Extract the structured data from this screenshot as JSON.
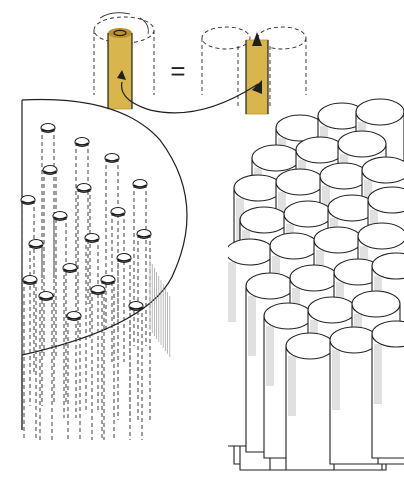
{
  "colors": {
    "background": "#ffffff",
    "ink": "#1f1f1f",
    "highlight_tube": "#d9b64c",
    "highlight_tube_dark": "#b9932a",
    "shading": "#9a9a9a"
  },
  "top_equation": {
    "symbol": "=",
    "left_item": "solid-cylinder-with-hole",
    "right_item": "cylinder-between-neighbors",
    "transfer_arrow": "curved-arrow"
  },
  "left_panel": {
    "item": "dashed-volume-with-cylindrical-holes",
    "hole_count": 20
  },
  "right_panel": {
    "item": "bundle-of-solid-cylinders",
    "cylinder_count": 28
  }
}
